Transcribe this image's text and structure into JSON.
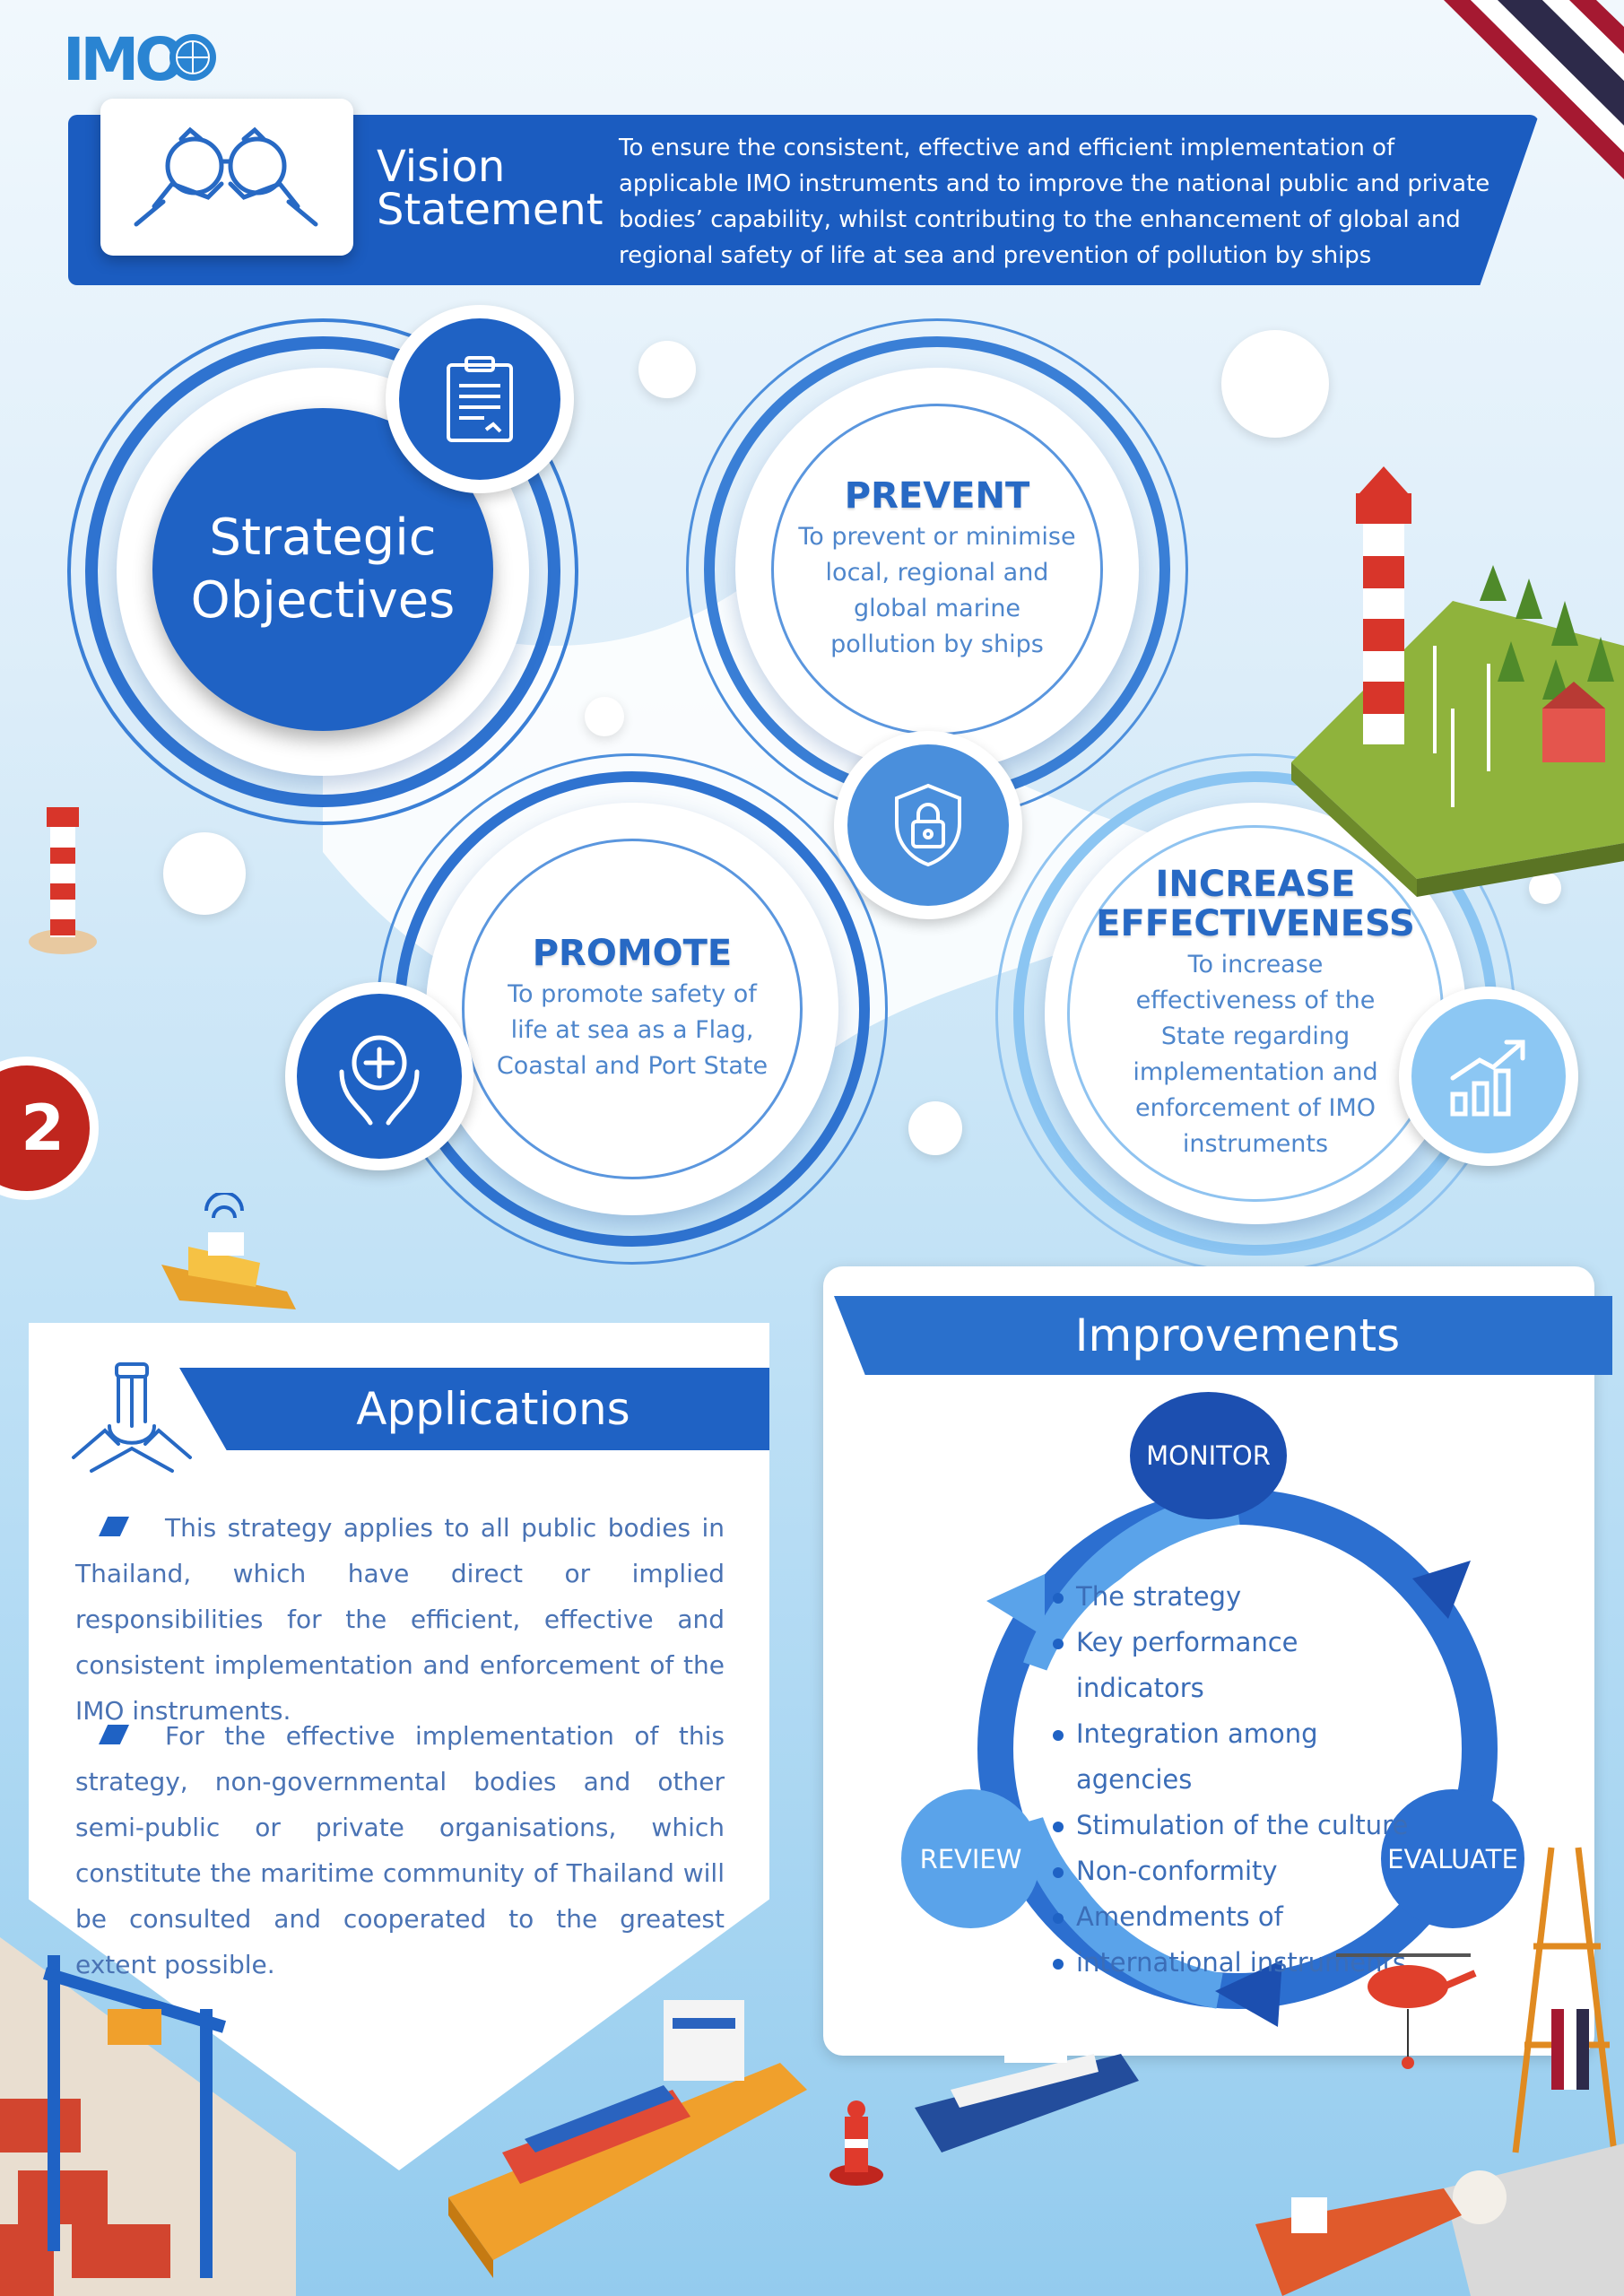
{
  "logo": {
    "text": "IMO"
  },
  "vision": {
    "title_line1": "Vision",
    "title_line2": "Statement",
    "text": "To ensure the consistent, effective and efficient implementation of applicable IMO instruments and to improve the national public and private bodies’ capability, whilst contributing to the enhancement of global and regional safety of life at sea and prevention of pollution by ships"
  },
  "strategic": {
    "title_line1": "Strategic",
    "title_line2": "Objectives"
  },
  "objectives": {
    "prevent": {
      "title": "PREVENT",
      "text": "To prevent or minimise local, regional and global marine pollution by ships"
    },
    "promote": {
      "title": "PROMOTE",
      "text": "To promote safety of life at sea as a Flag, Coastal and Port State"
    },
    "increase": {
      "title_line1": "INCREASE",
      "title_line2": "EFFECTIVENESS",
      "text": "To increase effectiveness of the State regarding implementation and enforcement of IMO instruments"
    }
  },
  "page_number": "2",
  "applications": {
    "title": "Applications",
    "paragraphs": [
      "This strategy applies to all public bodies in Thailand, which have direct or implied responsibilities for the efficient, effective and consistent implementation and enforcement of the IMO instruments.",
      "For the effective implementation of this strategy, non-governmental bodies and other semi-public or private organisations, which constitute the maritime community of Thailand will be consulted and cooperated to the greatest extent possible."
    ]
  },
  "improvements": {
    "title": "Improvements",
    "cycle": {
      "monitor": "MONITOR",
      "review": "REVIEW",
      "evaluate": "EVALUATE"
    },
    "items": [
      "The strategy",
      "Key performance indicators",
      "Integration among agencies",
      "Stimulation of the culture",
      "Non-conformity",
      "Amendments of",
      "international instruments"
    ]
  },
  "colors": {
    "primary": "#1f62c4",
    "light_blue": "#5a96de",
    "accent_red": "#c0261e",
    "sky": "#c2e2f6"
  },
  "icons": [
    "binoculars-icon",
    "clipboard-icon",
    "shield-lock-icon",
    "hands-plus-icon",
    "growth-chart-icon",
    "teamwork-hands-icon"
  ],
  "flag": {
    "colors": [
      "#a51931",
      "#ffffff",
      "#2d2a4a"
    ]
  }
}
